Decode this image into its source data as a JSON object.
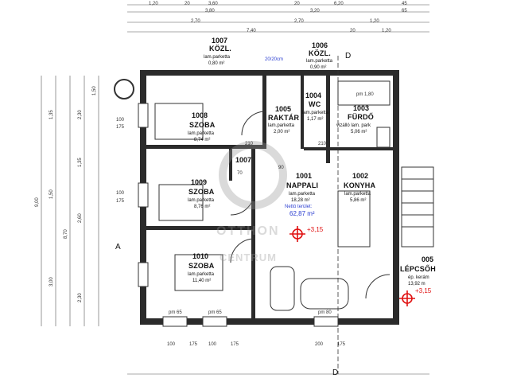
{
  "top_dims": {
    "row1": [
      "1,20",
      "20",
      "3,60",
      "20",
      "6,20",
      "45"
    ],
    "row2": [
      "3,80",
      "3,20",
      "65"
    ],
    "row3": [
      "2,70",
      "2,70",
      "1,20"
    ],
    "row4": [
      "7,40",
      "20",
      "1,20"
    ]
  },
  "rooms": {
    "r1007k": {
      "code": "1007",
      "name": "KÖZL.",
      "floor": "lam.parketta",
      "area": "0,80 m²"
    },
    "r1006": {
      "code": "1006",
      "name": "KÖZL.",
      "floor": "lam.parketta",
      "area": "0,90 m²"
    },
    "r1008": {
      "code": "1008",
      "name": "SZOBA",
      "floor": "lam.parketta",
      "area": "8,74 m²"
    },
    "r1005": {
      "code": "1005",
      "name": "RAKTÁR",
      "floor": "lam.parketta",
      "area": "2,00 m²"
    },
    "r1004": {
      "code": "1004",
      "name": "WC",
      "floor": "lam.parketta",
      "area": "1,17 m²"
    },
    "r1003": {
      "code": "1003",
      "name": "FÜRDŐ",
      "floor": "vizálló lam. park",
      "area": "5,06 m²"
    },
    "r1009": {
      "code": "1009",
      "name": "SZOBA",
      "floor": "lam.parketta",
      "area": "8,76 m²"
    },
    "r1007": {
      "code": "1007"
    },
    "r1001": {
      "code": "1001",
      "name": "NAPPALI",
      "floor": "lam.parketta",
      "area": "18,28 m²"
    },
    "r1002": {
      "code": "1002",
      "name": "KONYHA",
      "floor": "lam.parketta",
      "area": "5,86 m²"
    },
    "r1010": {
      "code": "1010",
      "name": "SZOBA",
      "floor": "lam.parketta",
      "area": "11,40 m²"
    },
    "r005": {
      "code": "005",
      "name": "LÉPCSŐH",
      "floor": "ép. kerám",
      "area": "13,92 m"
    }
  },
  "net_area": {
    "label": "Nettó terület:",
    "value": "62,87 m²"
  },
  "wall_note": "20/20cm",
  "pm_note1": "pm 1,80",
  "level_marks": [
    "+3,15",
    "+3,15"
  ],
  "section_marks": {
    "a": "A",
    "d_top": "D",
    "d_bottom": "D"
  },
  "watermark": {
    "line1": "OTTHON",
    "line2": "CENTRUM"
  },
  "left_dims": {
    "outer": [
      "9,00",
      "3,00",
      "8,70",
      "1,50"
    ],
    "inner": [
      "2,30",
      "1,35",
      "1,50",
      "2,60",
      "1,35",
      "2,30"
    ]
  },
  "side_dims": {
    "a": [
      "100",
      "175"
    ],
    "b": [
      "100",
      "175"
    ],
    "c": [
      "210",
      "90"
    ],
    "d": [
      "210",
      "70"
    ]
  },
  "bottom_dims": [
    "100",
    "175",
    "100",
    "175",
    "200",
    "175"
  ],
  "pm_marks": [
    "pm 65",
    "pm 65",
    "pm 80"
  ]
}
